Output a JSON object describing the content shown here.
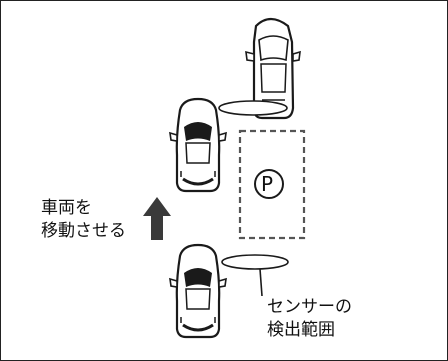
{
  "instruction": {
    "line1": "車両を",
    "line2": "移動させる"
  },
  "sensor_label": {
    "line1": "センサーの",
    "line2": "検出範囲"
  },
  "parking_symbol": "P",
  "colors": {
    "stroke": "#1a1a1a",
    "arrow": "#3a3a3a",
    "dashed_box": "#555555",
    "background": "#ffffff"
  }
}
